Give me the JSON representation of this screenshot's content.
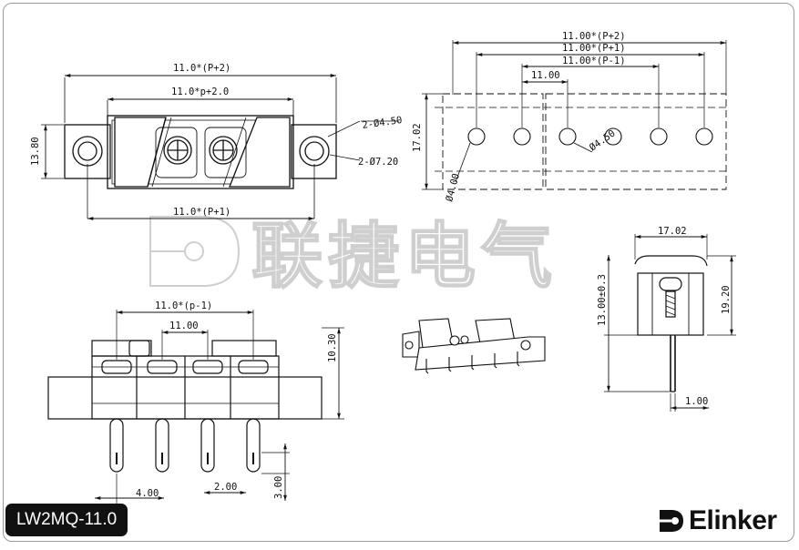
{
  "model": "LW2MQ-11.0",
  "brand": "Elinker",
  "watermark": "联捷电气",
  "top_view": {
    "overall": "11.0*(P+2)",
    "inner": "11.0*p+2.0",
    "pitch_below": "11.0*(P+1)",
    "height": "13.80",
    "hole_small": "2-Ø4.50",
    "hole_large": "2-Ø7.20"
  },
  "pcb_view": {
    "d1": "11.00*(P+2)",
    "d2": "11.00*(P+1)",
    "d3": "11.00*(P-1)",
    "pitch": "11.00",
    "height": "17.02",
    "hole": "Ø4.50",
    "pin": "Ø4.00"
  },
  "front_view": {
    "span": "11.0*(p-1)",
    "pitch": "11.00",
    "height": "10.30",
    "offset": "4.00",
    "pin_width": "2.00",
    "pin_tip": "3.00"
  },
  "side_view": {
    "width": "17.02",
    "height": "19.20",
    "pin_len": "13.00±0.3",
    "pin_th": "1.00"
  }
}
